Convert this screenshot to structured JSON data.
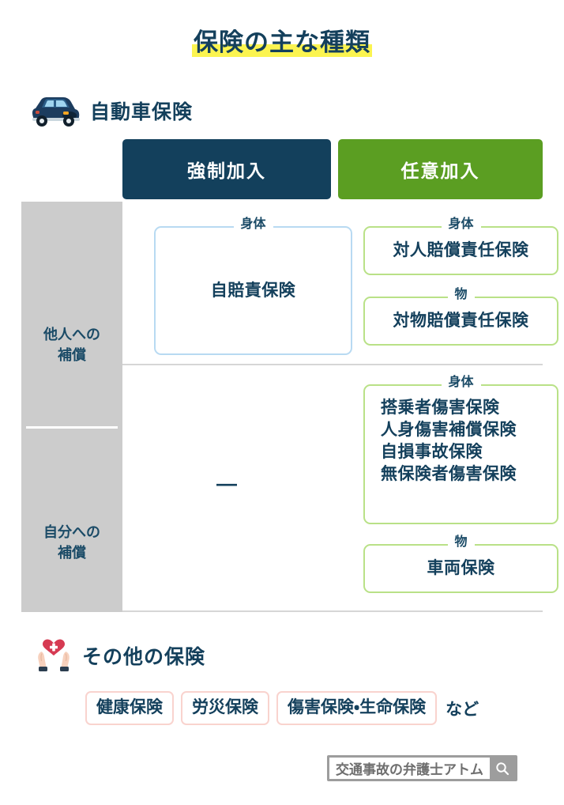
{
  "title": {
    "text": "保険の主な種類",
    "highlight_color": "#fbf450",
    "text_color": "#14405c"
  },
  "sections": {
    "car": {
      "icon": "car-icon",
      "heading": "自動車保険"
    },
    "other": {
      "icon": "heart-in-hands-icon",
      "heading": "その他の保険",
      "tags": [
        "健康保険",
        "労災保険",
        "傷害保険・生命保険"
      ],
      "suffix": "など"
    }
  },
  "table": {
    "columns": [
      {
        "label": "強制加入",
        "color": "#13405c"
      },
      {
        "label": "任意加入",
        "color": "#5b9e22"
      }
    ],
    "rows": [
      {
        "label": "他人への\n補償",
        "label_line1": "他人への",
        "label_line2": "補償",
        "mandatory": {
          "legend": "身体",
          "items": [
            "自賠責保険"
          ],
          "border_color": "#b8daf2"
        },
        "optional": [
          {
            "legend": "身体",
            "items": [
              "対人賠償責任保険"
            ],
            "border_color": "#b9e187"
          },
          {
            "legend": "物",
            "items": [
              "対物賠償責任保険"
            ],
            "border_color": "#b9e187"
          }
        ]
      },
      {
        "label": "自分への\n補償",
        "label_line1": "自分への",
        "label_line2": "補償",
        "mandatory": {
          "legend": "",
          "items": [],
          "placeholder": "—"
        },
        "optional": [
          {
            "legend": "身体",
            "items": [
              "搭乗者傷害保険",
              "人身傷害補償保険",
              "自損事故保険",
              "無保険者傷害保険"
            ],
            "border_color": "#b9e187"
          },
          {
            "legend": "物",
            "items": [
              "車両保険"
            ],
            "border_color": "#b9e187"
          }
        ]
      }
    ]
  },
  "watermark": {
    "text": "交通事故の弁護士アトム",
    "icon": "search-icon"
  }
}
